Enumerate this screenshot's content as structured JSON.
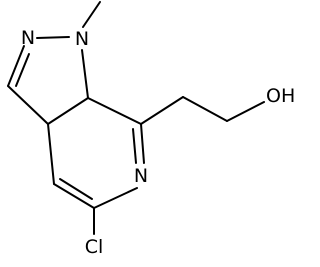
{
  "atoms": {
    "n1": "N",
    "n2": "N",
    "n6": "N",
    "cl": "Cl",
    "oh": "OH"
  },
  "colors": {
    "bond": "#000000",
    "label": "#000000",
    "background": "#ffffff"
  }
}
